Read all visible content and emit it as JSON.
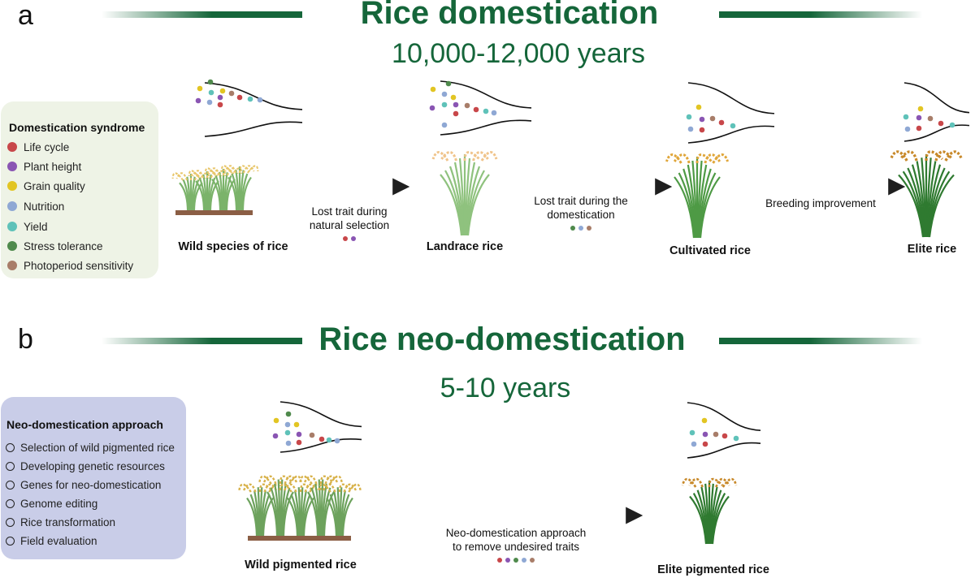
{
  "colors": {
    "title_green": "#15663a",
    "life_cycle": "#c8474a",
    "plant_height": "#8a55b3",
    "grain_quality": "#e2c523",
    "nutrition": "#8fa8d4",
    "yield": "#5fc2b9",
    "stress_tolerance": "#4f8a4c",
    "photoperiod": "#a87d69"
  },
  "panel_a": {
    "letter": "a",
    "title": "Rice domestication",
    "subtitle": "10,000-12,000 years",
    "legend": {
      "title": "Domestication syndrome",
      "items": [
        {
          "label": "Life cycle",
          "color": "#c8474a"
        },
        {
          "label": "Plant height",
          "color": "#8a55b3"
        },
        {
          "label": "Grain quality",
          "color": "#e2c523"
        },
        {
          "label": "Nutrition",
          "color": "#8fa8d4"
        },
        {
          "label": "Yield",
          "color": "#5fc2b9"
        },
        {
          "label": "Stress tolerance",
          "color": "#4f8a4c"
        },
        {
          "label": "Photoperiod sensitivity",
          "color": "#a87d69"
        }
      ]
    },
    "stages": [
      "Wild species of rice",
      "Landrace rice",
      "Cultivated rice",
      "Elite  rice"
    ],
    "arrows": [
      {
        "line1": "Lost trait during",
        "line2": "natural selection",
        "dots": [
          "#c8474a",
          "#8a55b3"
        ]
      },
      {
        "line1": "Lost trait during the",
        "line2": "domestication",
        "dots": [
          "#4f8a4c",
          "#8fa8d4",
          "#a87d69"
        ]
      },
      {
        "line1": "Breeding  improvement",
        "line2": "",
        "dots": []
      }
    ]
  },
  "panel_b": {
    "letter": "b",
    "title": "Rice neo-domestication",
    "subtitle": "5-10 years",
    "legend": {
      "title": "Neo-domestication approach",
      "items": [
        "Selection of wild pigmented rice",
        "Developing genetic resources",
        "Genes for neo-domestication",
        "Genome editing",
        "Rice transformation",
        "Field evaluation"
      ]
    },
    "stages": [
      "Wild pigmented rice",
      "Elite pigmented rice"
    ],
    "arrow": {
      "line1": "Neo-domestication approach",
      "line2": "to remove undesired traits",
      "dots": [
        "#c8474a",
        "#8a55b3",
        "#4f8a4c",
        "#8fa8d4",
        "#a87d69"
      ]
    }
  }
}
